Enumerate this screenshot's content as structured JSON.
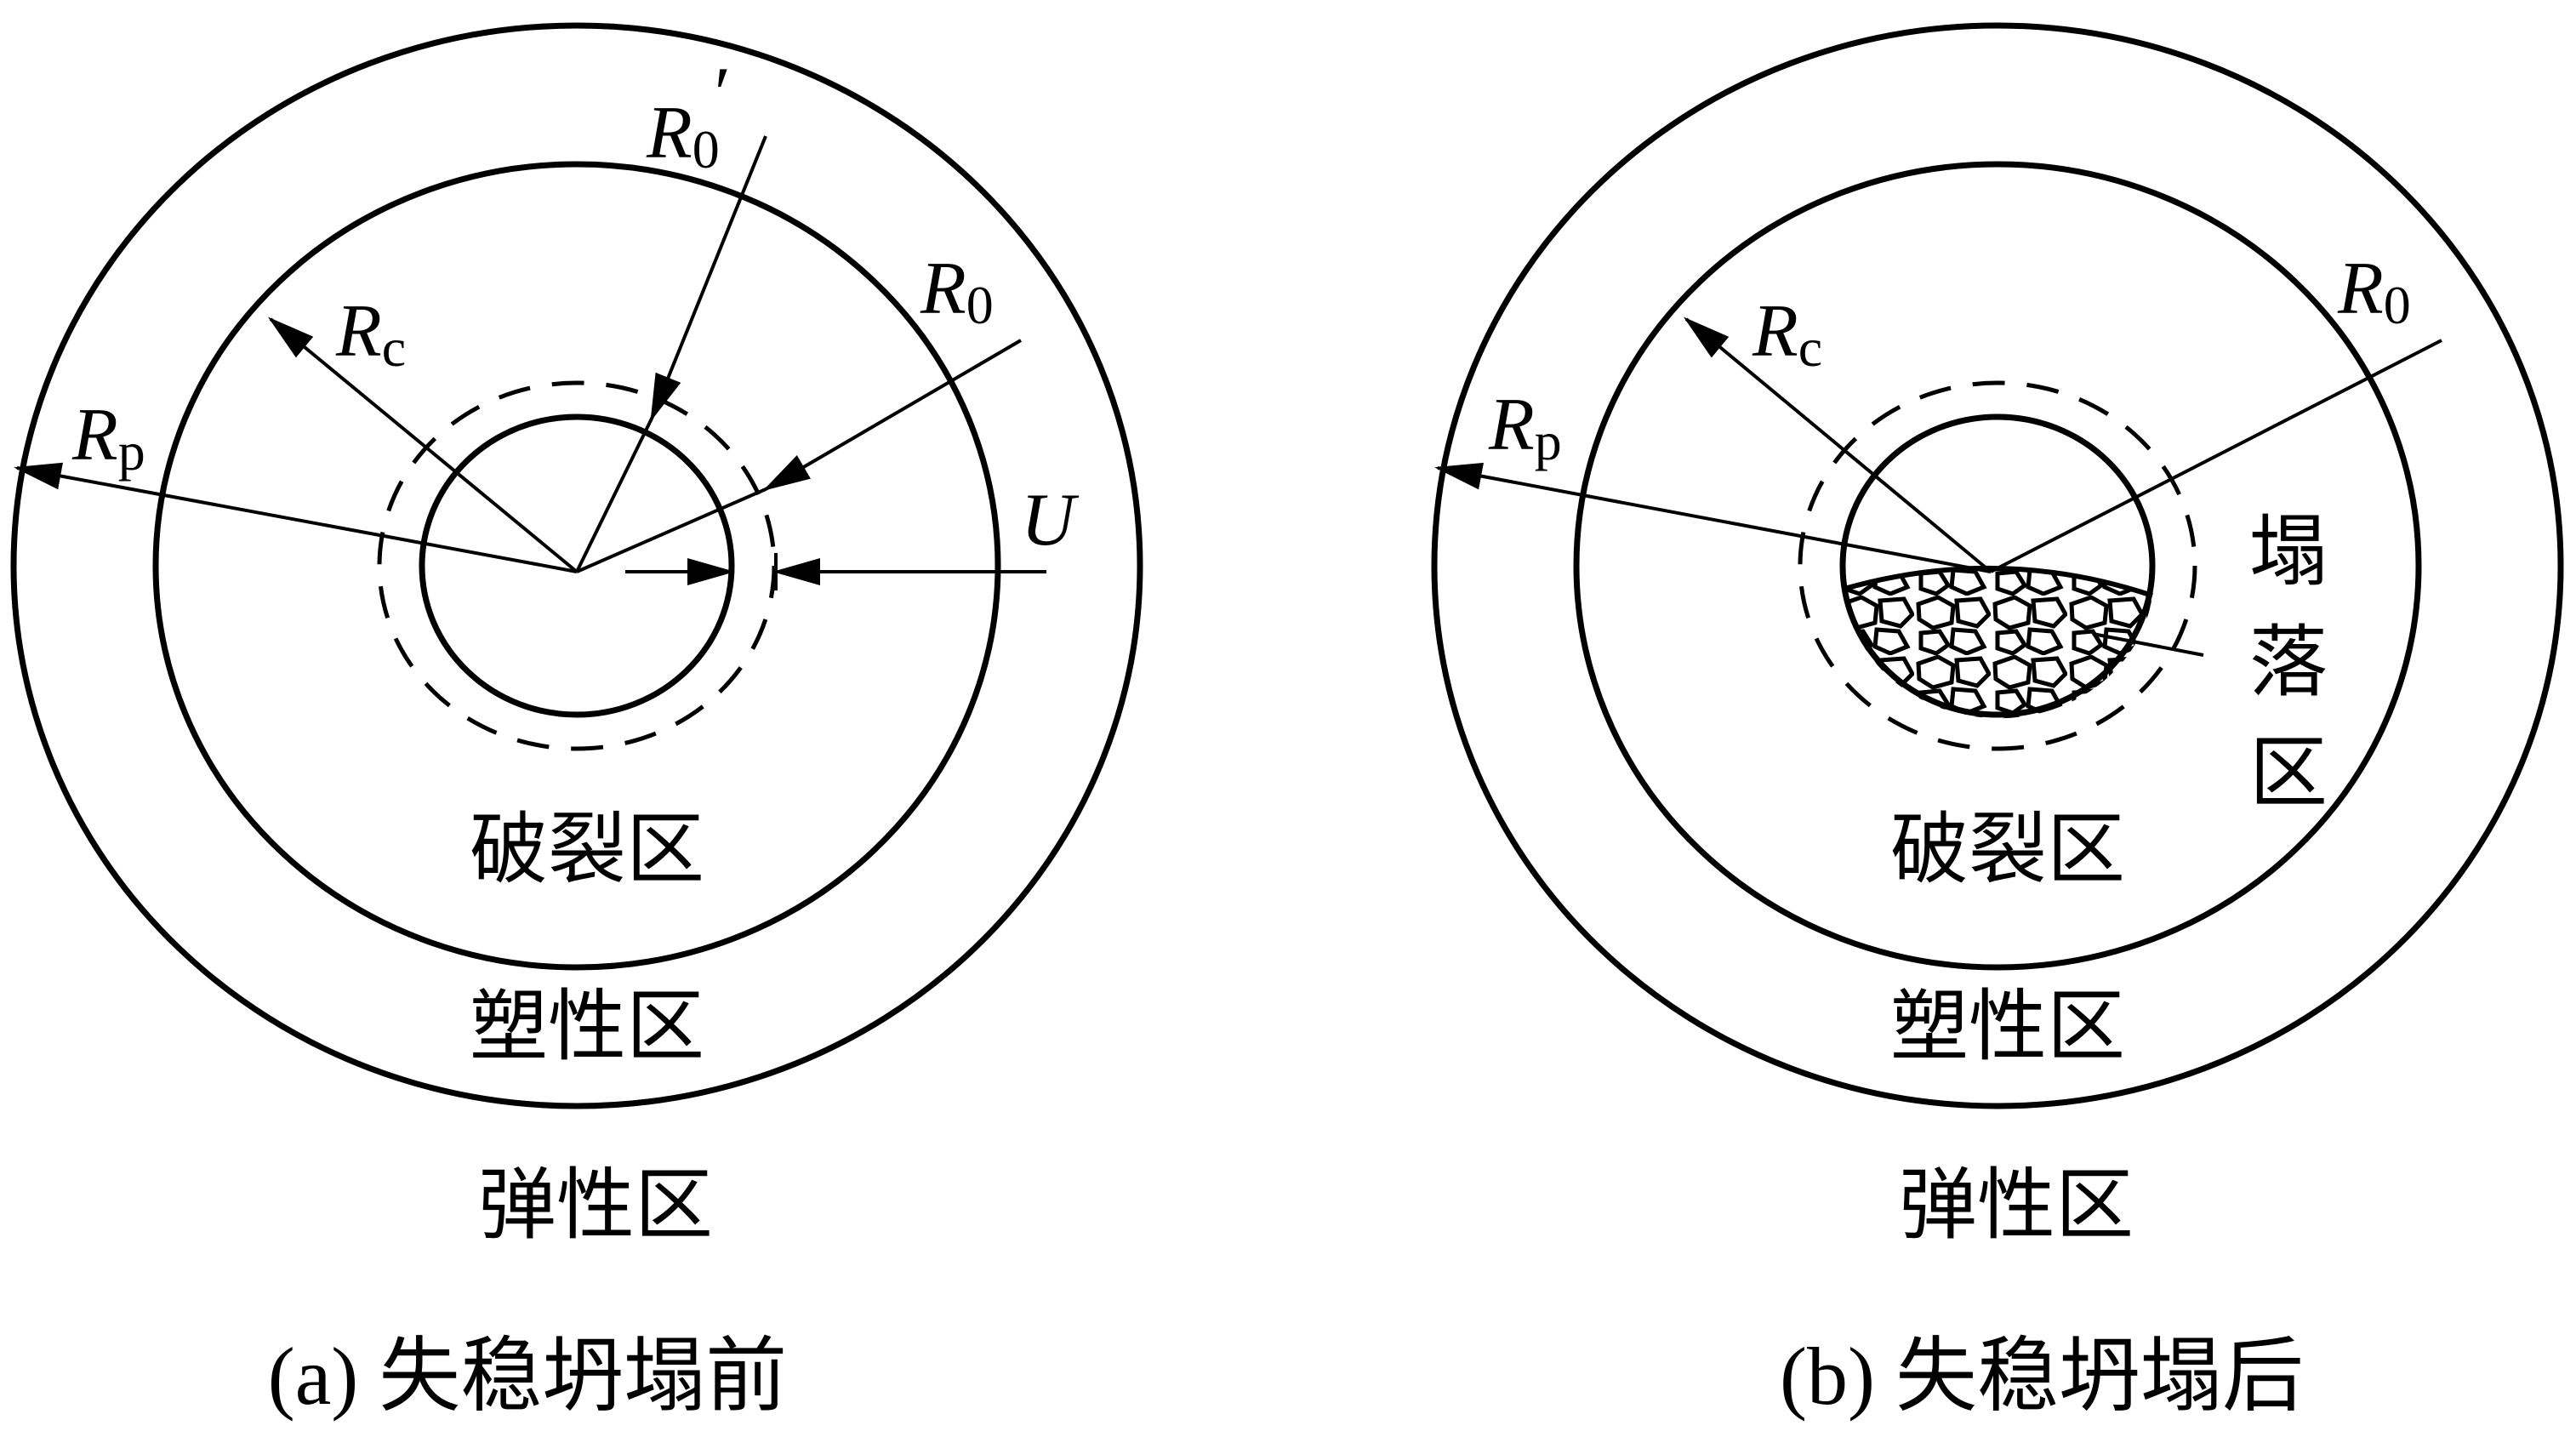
{
  "panels": [
    {
      "id": "a",
      "caption": "(a) 失稳坍塌前",
      "zones": {
        "fracture": "破裂区",
        "plastic": "塑性区",
        "elastic": "弹性区"
      },
      "labels": {
        "Rp": {
          "main": "R",
          "sub": "p"
        },
        "Rc": {
          "main": "R",
          "sub": "c"
        },
        "R0": {
          "main": "R",
          "sub": "0"
        },
        "R0p": {
          "main": "R",
          "sub": "0",
          "prime": "′"
        },
        "U": "U"
      }
    },
    {
      "id": "b",
      "caption": "(b) 失稳坍塌后",
      "zones": {
        "fracture": "破裂区",
        "plastic": "塑性区",
        "elastic": "弹性区"
      },
      "collapse_label": [
        "塌",
        "落",
        "区"
      ],
      "labels": {
        "Rp": {
          "main": "R",
          "sub": "p"
        },
        "Rc": {
          "main": "R",
          "sub": "c"
        },
        "R0": {
          "main": "R",
          "sub": "0"
        }
      }
    }
  ],
  "colors": {
    "line": "#000000",
    "background": "#ffffff"
  }
}
